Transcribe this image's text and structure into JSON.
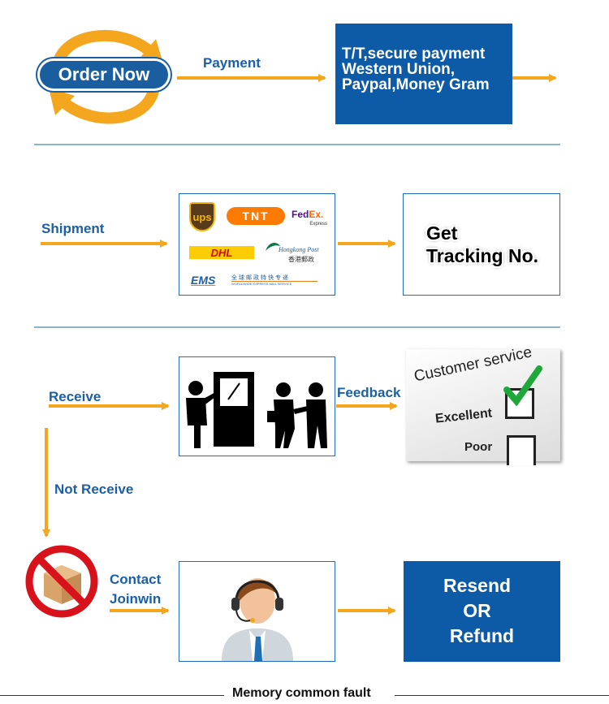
{
  "step1": {
    "order_label": "Order Now",
    "payment_label": "Payment",
    "payment_box": {
      "line1": "T/T,secure payment",
      "line2": "Western Union,",
      "line3": "Paypal,Money Gram"
    }
  },
  "step2": {
    "shipment_label": "Shipment",
    "carriers": {
      "ups": "ups",
      "tnt": "TNT",
      "fedex_fed": "Fed",
      "fedex_ex": "Ex.",
      "fedex_express": "Express",
      "dhl": "DHL",
      "hkpost_en": "Hongkong Post",
      "hkpost_cn": "香港郵政",
      "ems": "EMS",
      "ems_cn": "全球邮政特快专递",
      "ems_en": "WORLDWIDE EXPRESS MAIL SERVICE"
    },
    "tracking": {
      "line1": "Get",
      "line2": "Tracking No."
    }
  },
  "step3": {
    "receive_label": "Receive",
    "feedback_label": "Feedback",
    "survey": {
      "heading": "Customer service",
      "option_good": "Excellent",
      "option_bad": "Poor"
    },
    "not_receive_label": "Not Receive"
  },
  "step4": {
    "contact_line1": "Contact",
    "contact_line2": "Joinwin",
    "result": {
      "line1": "Resend",
      "line2": "OR",
      "line3": "Refund"
    }
  },
  "footer": {
    "caption": "Memory common fault"
  },
  "colors": {
    "arrow": "#f4a61e",
    "brand_blue": "#0d5aa7",
    "label_blue": "#1b5fa6",
    "divider": "#8ab4cf"
  }
}
